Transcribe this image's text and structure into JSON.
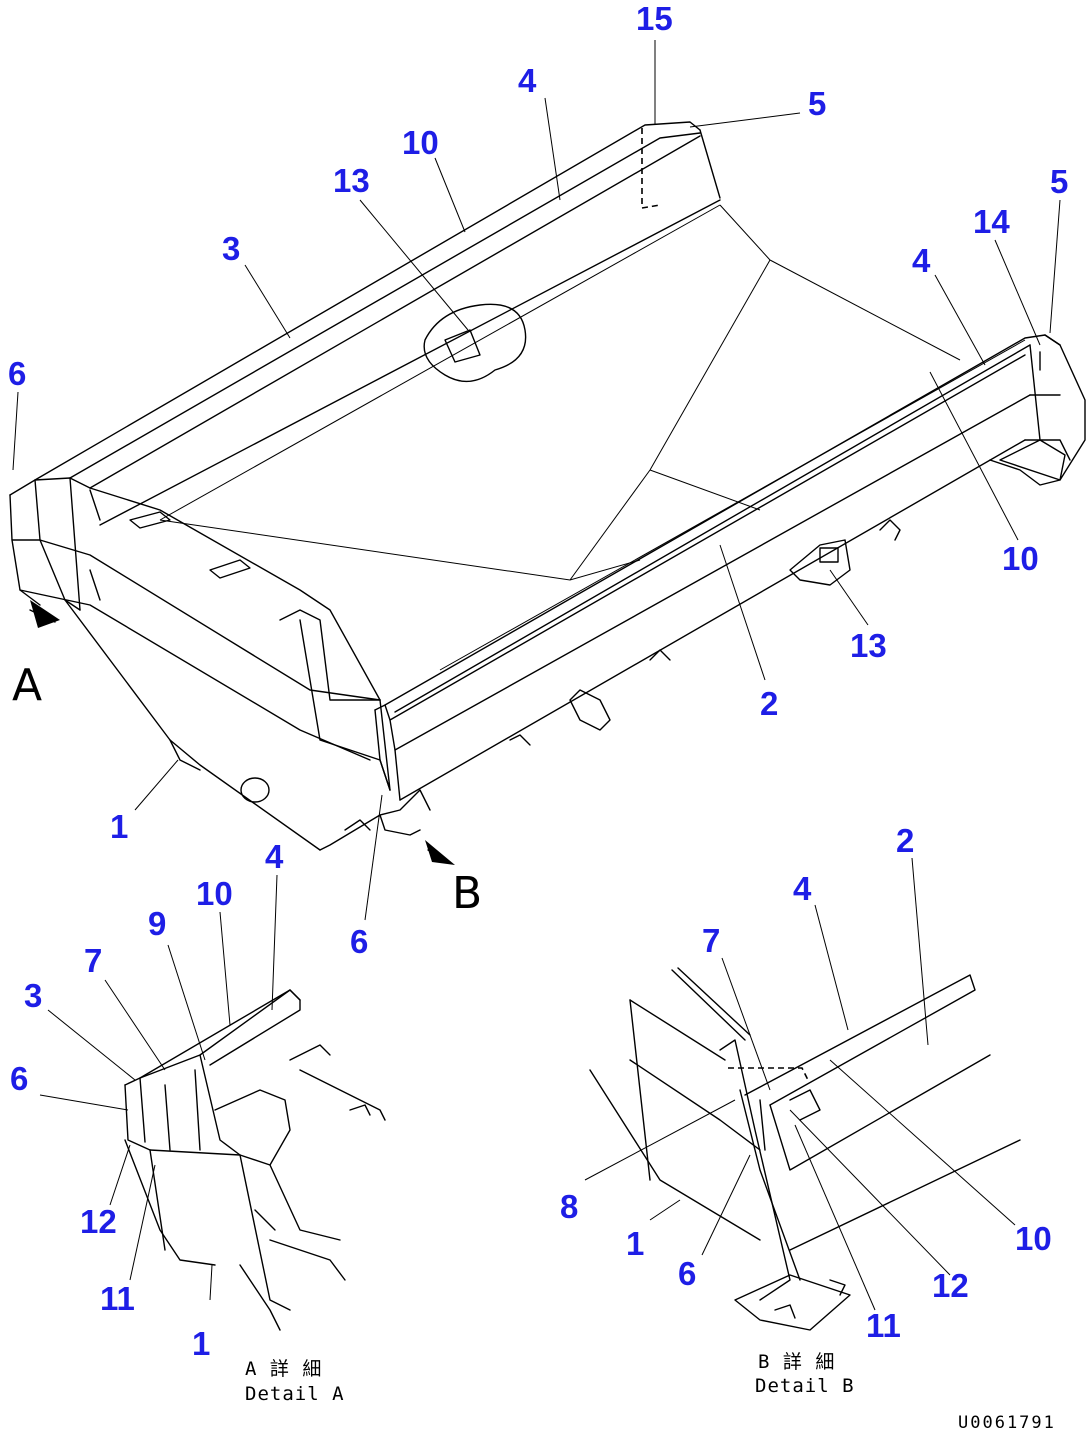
{
  "callouts": {
    "c15": "15",
    "c5a": "5",
    "c4a": "4",
    "c10a": "10",
    "c13a": "13",
    "c3a": "3",
    "c6a": "6",
    "c5b": "5",
    "c14": "14",
    "c4b": "4",
    "c10b": "10",
    "c13b": "13",
    "c2a": "2",
    "c1a": "1",
    "c6b": "6",
    "dA_4": "4",
    "dA_10": "10",
    "dA_9": "9",
    "dA_7": "7",
    "dA_3": "3",
    "dA_6": "6",
    "dA_12": "12",
    "dA_11": "11",
    "dA_1": "1",
    "dB_2": "2",
    "dB_4": "4",
    "dB_7": "7",
    "dB_8": "8",
    "dB_1": "1",
    "dB_6": "6",
    "dB_10": "10",
    "dB_12": "12",
    "dB_11": "11"
  },
  "views": {
    "a": "A",
    "b": "B"
  },
  "captions": {
    "detail_a_jp": "A 詳 細",
    "detail_a_en": "Detail A",
    "detail_b_jp": "B 詳 細",
    "detail_b_en": "Detail B"
  },
  "drawing_number": "U0061791"
}
